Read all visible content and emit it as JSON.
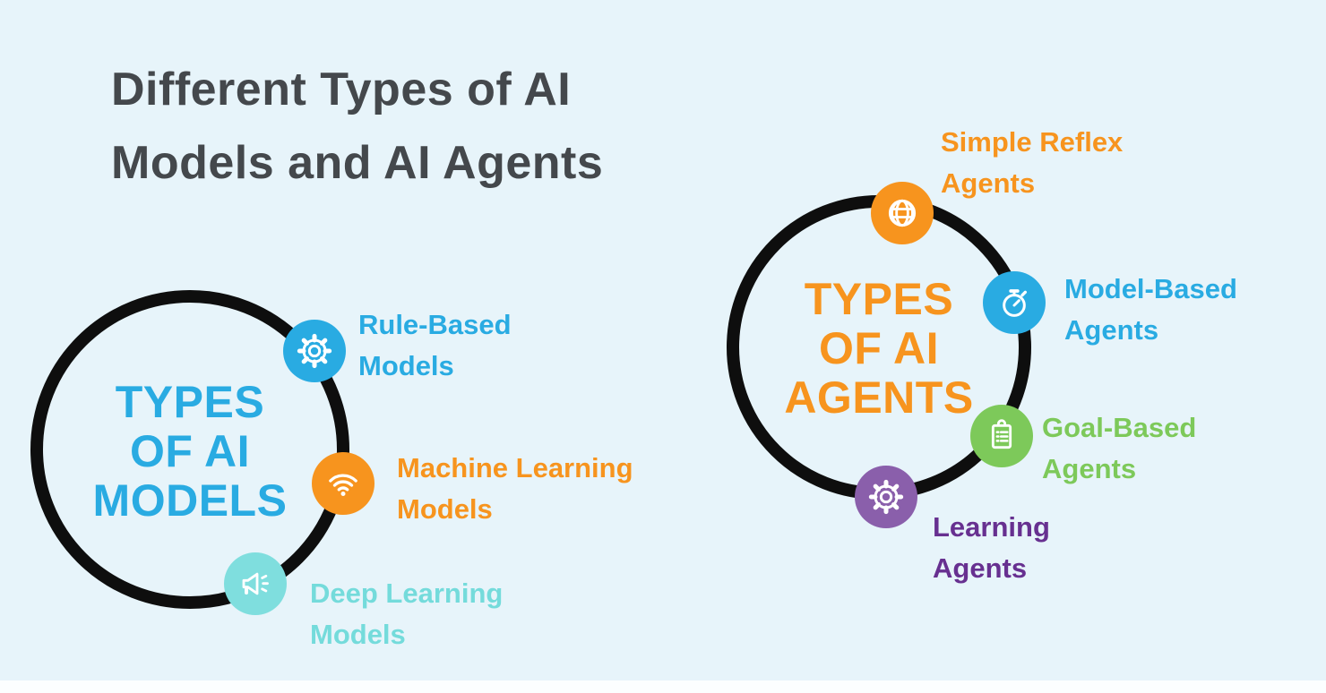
{
  "title": {
    "lines": [
      "Different Types of AI",
      "Models and AI Agents"
    ]
  },
  "palette": {
    "background": "#E7F4FA",
    "title_text": "#44484C",
    "ring": "#0E0E0E",
    "blue": "#29ABE2",
    "orange": "#F7941E",
    "teal_badge": "#7FDEDE",
    "teal_text": "#74DBDB",
    "green": "#7DC95A",
    "purple_badge": "#8A5FAB",
    "purple_text": "#673090",
    "bottom_bar": "#FCFEFF"
  },
  "left_diagram": {
    "center_lines": [
      "TYPES",
      "OF AI",
      "MODELS"
    ],
    "center_color": "#29ABE2",
    "items": [
      {
        "lines": [
          "Rule-Based",
          "Models"
        ],
        "icon": "gear-icon",
        "badge_color": "#29ABE2",
        "text_color": "#29ABE2"
      },
      {
        "lines": [
          "Machine Learning",
          "Models"
        ],
        "icon": "wifi-icon",
        "badge_color": "#F7941E",
        "text_color": "#F7941E"
      },
      {
        "lines": [
          "Deep Learning",
          "Models"
        ],
        "icon": "megaphone-icon",
        "badge_color": "#7FDEDE",
        "text_color": "#74DBDB"
      }
    ]
  },
  "right_diagram": {
    "center_lines": [
      "TYPES",
      "OF AI",
      "AGENTS"
    ],
    "center_color": "#F7941E",
    "items": [
      {
        "lines": [
          "Simple Reflex",
          "Agents"
        ],
        "icon": "globe-icon",
        "badge_color": "#F7941E",
        "text_color": "#F7941E"
      },
      {
        "lines": [
          "Model-Based",
          "Agents"
        ],
        "icon": "stopwatch-icon",
        "badge_color": "#29ABE2",
        "text_color": "#29ABE2"
      },
      {
        "lines": [
          "Goal-Based",
          "Agents"
        ],
        "icon": "clipboard-icon",
        "badge_color": "#7DC95A",
        "text_color": "#7DC95A"
      },
      {
        "lines": [
          "Learning",
          "Agents"
        ],
        "icon": "gear-icon",
        "badge_color": "#8A5FAB",
        "text_color": "#673090"
      }
    ]
  }
}
